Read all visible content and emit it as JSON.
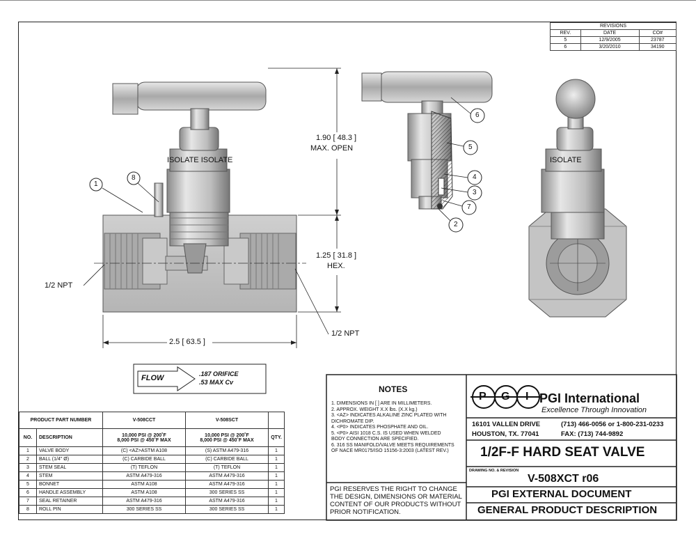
{
  "revisions": {
    "title": "REVISIONS",
    "headers": [
      "REV.",
      "DATE",
      "CO#"
    ],
    "rows": [
      [
        "5",
        "12/9/2005",
        "23787"
      ],
      [
        "6",
        "3/20/2010",
        "34190"
      ]
    ]
  },
  "dimensions": {
    "height_open": "1.90 [ 48.3 ]",
    "height_open_label": "MAX. OPEN",
    "hex": "1.25 [ 31.8 ]",
    "hex_label": "HEX.",
    "length": "2.5 [ 63.5 ]",
    "npt_left": "1/2 NPT",
    "npt_right": "1/2 NPT",
    "isolate": "ISOLATE ISOLATE",
    "isolate2": "ISOLATE"
  },
  "balloons": [
    "1",
    "8",
    "6",
    "5",
    "4",
    "3",
    "7",
    "2"
  ],
  "flow": {
    "label": "FLOW",
    "orifice": ".187 ORIFICE",
    "cv": ".53 MAX Cv"
  },
  "parts": {
    "header_product": "PRODUCT PART NUMBER",
    "model_a": "V-508CCT",
    "model_b": "V-508SCT",
    "col_no": "NO.",
    "col_desc": "DESCRIPTION",
    "col_qty": "QTY.",
    "rating_a1": "10,000 PSI @ 200˚F",
    "rating_a2": "8,000 PSI @ 450˚F MAX",
    "rating_b1": "10,000 PSI @ 200˚F",
    "rating_b2": "8,000 PSI @ 450˚F MAX",
    "rows": [
      [
        "1",
        "VALVE BODY",
        "(C)  <AZ>ASTM A108",
        "(S)   ASTM A479-316",
        "1"
      ],
      [
        "2",
        "BALL (1/4\" Ø)",
        "(C)   CARBIDE BALL",
        "(C)   CARBIDE BALL",
        "1"
      ],
      [
        "3",
        "STEM SEAL",
        "(T)   TEFLON",
        "(T)   TEFLON",
        "1"
      ],
      [
        "4",
        "STEM",
        "ASTM A479-316",
        "ASTM A479-316",
        "1"
      ],
      [
        "5",
        "BONNET",
        "ASTM A108",
        "ASTM A479-316",
        "1"
      ],
      [
        "6",
        "HANDLE ASSEMBLY",
        "ASTM A108",
        "300 SERIES SS",
        "1"
      ],
      [
        "7",
        "SEAL RETAINER",
        "ASTM A479-316",
        "ASTM A479-316",
        "1"
      ],
      [
        "8",
        "ROLL PIN",
        "300 SERIES SS",
        "300 SERIES SS",
        "1"
      ]
    ]
  },
  "notes": {
    "title": "NOTES",
    "items": [
      "1.  DIMENSIONS IN [  ] ARE IN MILLIMETERS.",
      "2.  APPROX. WEIGHT X.X lbs. (X.X kg.)",
      "3.  <AZ> INDICATES ALKALINE ZINC PLATED WITH",
      "      DICHROMATE DIP.",
      "4.  <P0> INDICATES PHOSPHATE AND OIL.",
      "5.  <P0> AISI 1018 C.S. IS USED WHEN WELDED",
      "      BODY CONNECTION ARE SPECIFIED.",
      "6.  316 SS MANIFOLD/VALVE MEETS REQUIREMENTS",
      "      OF NACE MR0175/ISO 15156-3:2003 (LATEST REV.)"
    ],
    "disclaimer": [
      "PGI RESERVES THE RIGHT TO CHANGE",
      "THE DESIGN, DIMENSIONS OR MATERIAL",
      "CONTENT OF OUR PRODUCTS WITHOUT",
      "PRIOR NOTIFICATION."
    ]
  },
  "company": {
    "logo_letters": [
      "P",
      "G",
      "I"
    ],
    "name": "PGI International",
    "tagline": "Excellence Through Innovation",
    "address1": "16101 VALLEN DRIVE",
    "address2": "HOUSTON, TX. 77041",
    "phone": "(713) 466-0056 or 1-800-231-0233",
    "fax": "FAX: (713) 744-9892"
  },
  "title_block": {
    "title": "1/2F-F HARD SEAT VALVE",
    "drawing_label": "DRAWING NO. & REVISION",
    "drawing_no": "V-508XCT r06",
    "doc_type": "PGI EXTERNAL DOCUMENT",
    "doc_desc": "GENERAL PRODUCT DESCRIPTION"
  }
}
